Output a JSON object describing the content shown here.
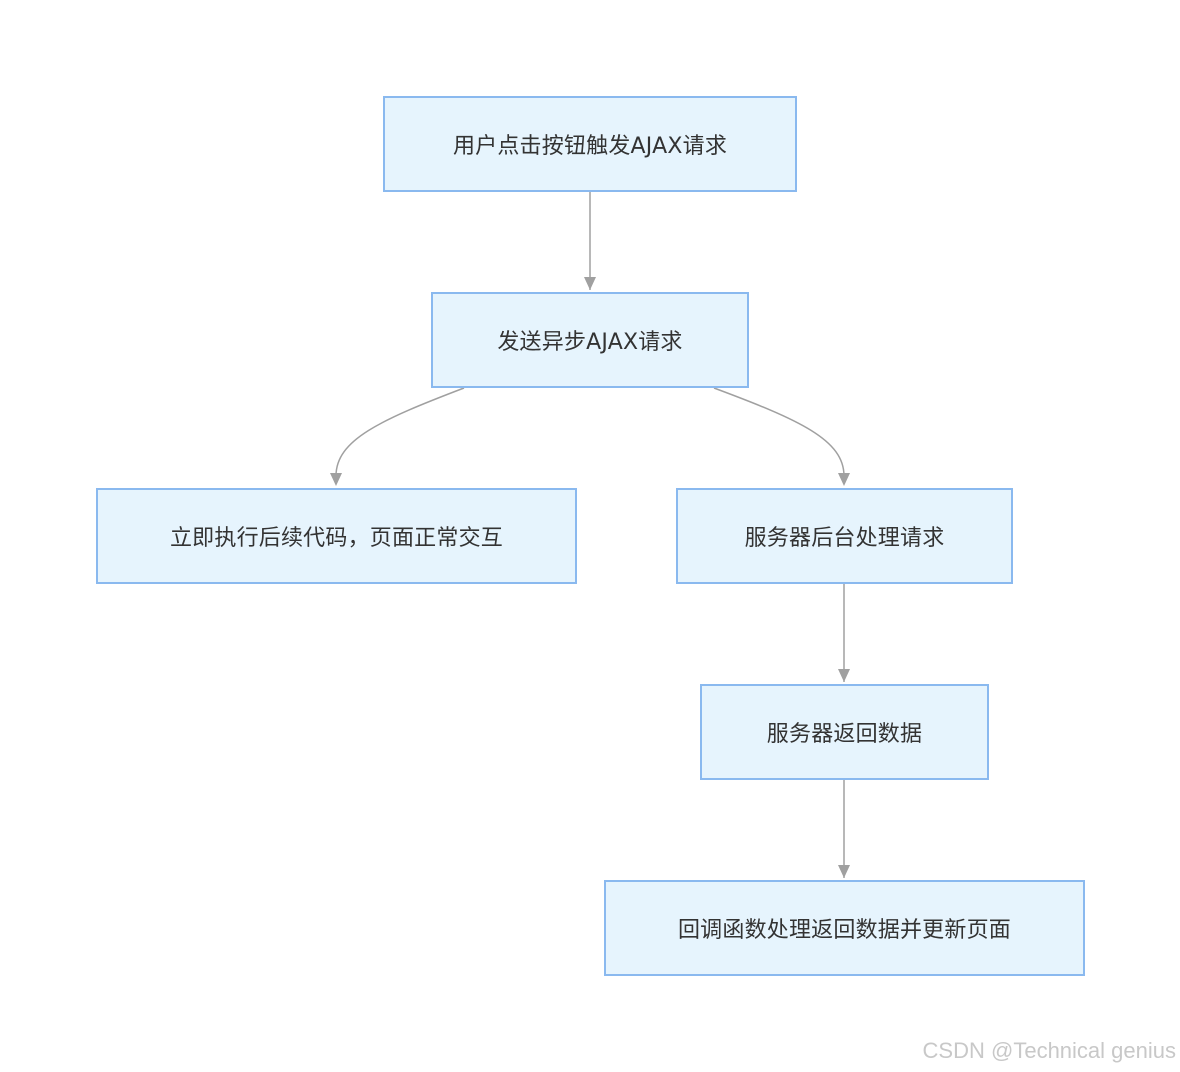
{
  "diagram": {
    "type": "flowchart",
    "nodes": [
      {
        "id": "n1",
        "label": "用户点击按钮触发AJAX请求"
      },
      {
        "id": "n2",
        "label": "发送异步AJAX请求"
      },
      {
        "id": "n3",
        "label": "立即执行后续代码，页面正常交互"
      },
      {
        "id": "n4",
        "label": "服务器后台处理请求"
      },
      {
        "id": "n5",
        "label": "服务器返回数据"
      },
      {
        "id": "n6",
        "label": "回调函数处理返回数据并更新页面"
      }
    ],
    "edges": [
      {
        "from": "n1",
        "to": "n2"
      },
      {
        "from": "n2",
        "to": "n3"
      },
      {
        "from": "n2",
        "to": "n4"
      },
      {
        "from": "n4",
        "to": "n5"
      },
      {
        "from": "n5",
        "to": "n6"
      }
    ],
    "colors": {
      "node_fill": "#e6f4fd",
      "node_border": "#8ab9ef",
      "edge": "#a0a0a0",
      "text": "#333333"
    }
  },
  "watermark": "CSDN @Technical genius"
}
